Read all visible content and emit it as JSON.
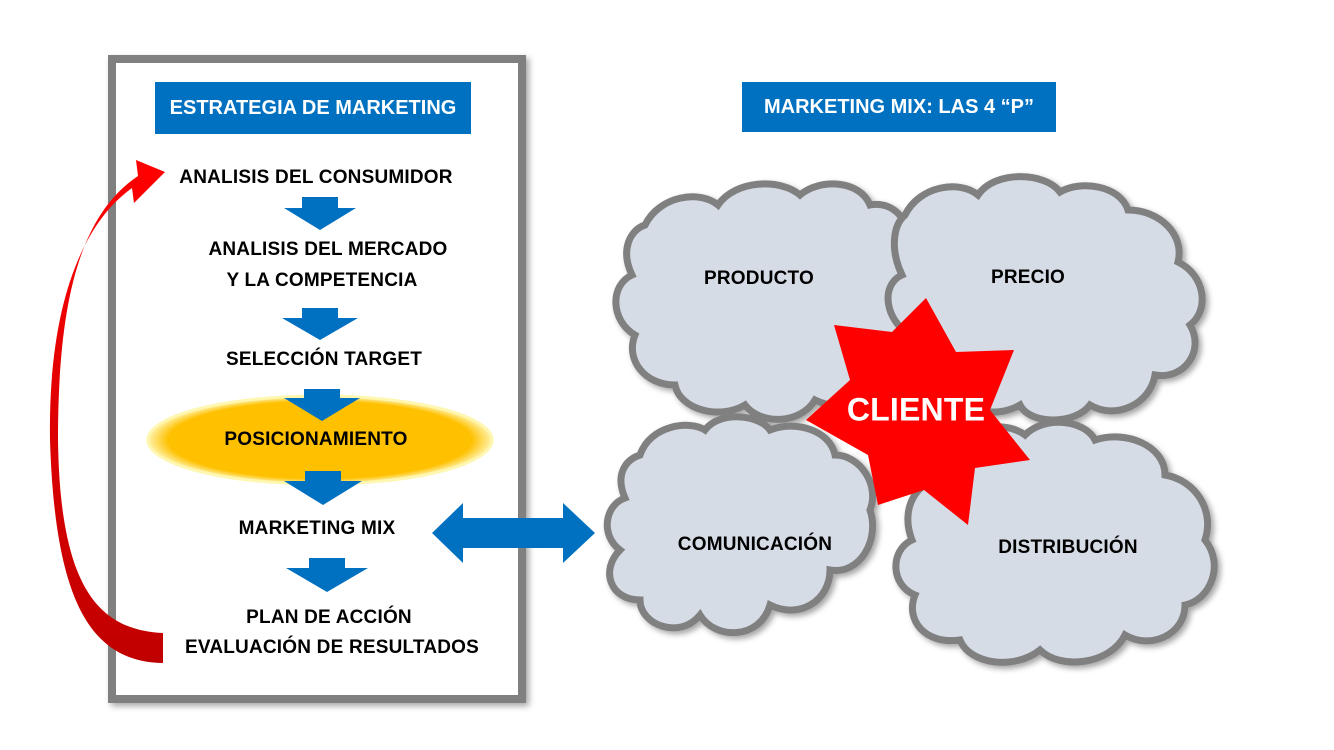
{
  "left_panel": {
    "header": "ESTRATEGIA DE MARKETING",
    "steps": [
      {
        "id": "consumidor",
        "lines": [
          "ANALISIS DEL CONSUMIDOR"
        ]
      },
      {
        "id": "mercado",
        "lines": [
          "ANALISIS DEL MERCADO",
          "Y LA COMPETENCIA"
        ]
      },
      {
        "id": "target",
        "lines": [
          "SELECCIÓN TARGET"
        ]
      },
      {
        "id": "posicionamiento",
        "lines": [
          "POSICIONAMIENTO"
        ],
        "highlighted": true
      },
      {
        "id": "marketing-mix",
        "lines": [
          "MARKETING MIX"
        ]
      },
      {
        "id": "plan",
        "lines": [
          "PLAN DE ACCIÓN",
          "EVALUACIÓN DE RESULTADOS"
        ]
      }
    ],
    "feedback_arrow": {
      "from": "plan",
      "to": "consumidor"
    }
  },
  "right_panel": {
    "header": "MARKETING MIX: LAS 4 “P”",
    "center": "CLIENTE",
    "clouds": [
      "PRODUCTO",
      "PRECIO",
      "COMUNICACIÓN",
      "DISTRIBUCIÓN"
    ]
  },
  "connector": {
    "type": "double-arrow",
    "from": "marketing-mix",
    "to": "right_panel"
  },
  "colors": {
    "header_blue": "#0070C0",
    "arrow_blue": "#0070C0",
    "highlight_gold": "#FFC000",
    "star_red": "#FF0000",
    "feedback_red": "#E00000",
    "cloud_fill": "#D6DCE5",
    "cloud_stroke": "#808080",
    "frame_gray": "#808080"
  }
}
